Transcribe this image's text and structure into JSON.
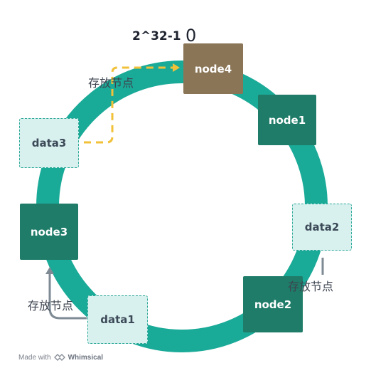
{
  "ring_label": "2^32-1",
  "ring_zero": "0",
  "nodes": {
    "node1": "node1",
    "node2": "node2",
    "node3": "node3",
    "node4": "node4"
  },
  "data": {
    "data1": "data1",
    "data2": "data2",
    "data3": "data3"
  },
  "store_label": "存放节点",
  "footer": {
    "prefix": "Made with",
    "brand": "Whimsical"
  },
  "colors": {
    "ring": "#1aaa98",
    "node": "#1f7c69",
    "node4": "#8a7556",
    "data_fill": "#d8f1ef",
    "data_border": "#2aa796",
    "arrow_gray": "#7e8a94",
    "arrow_yellow": "#f2c13a"
  }
}
